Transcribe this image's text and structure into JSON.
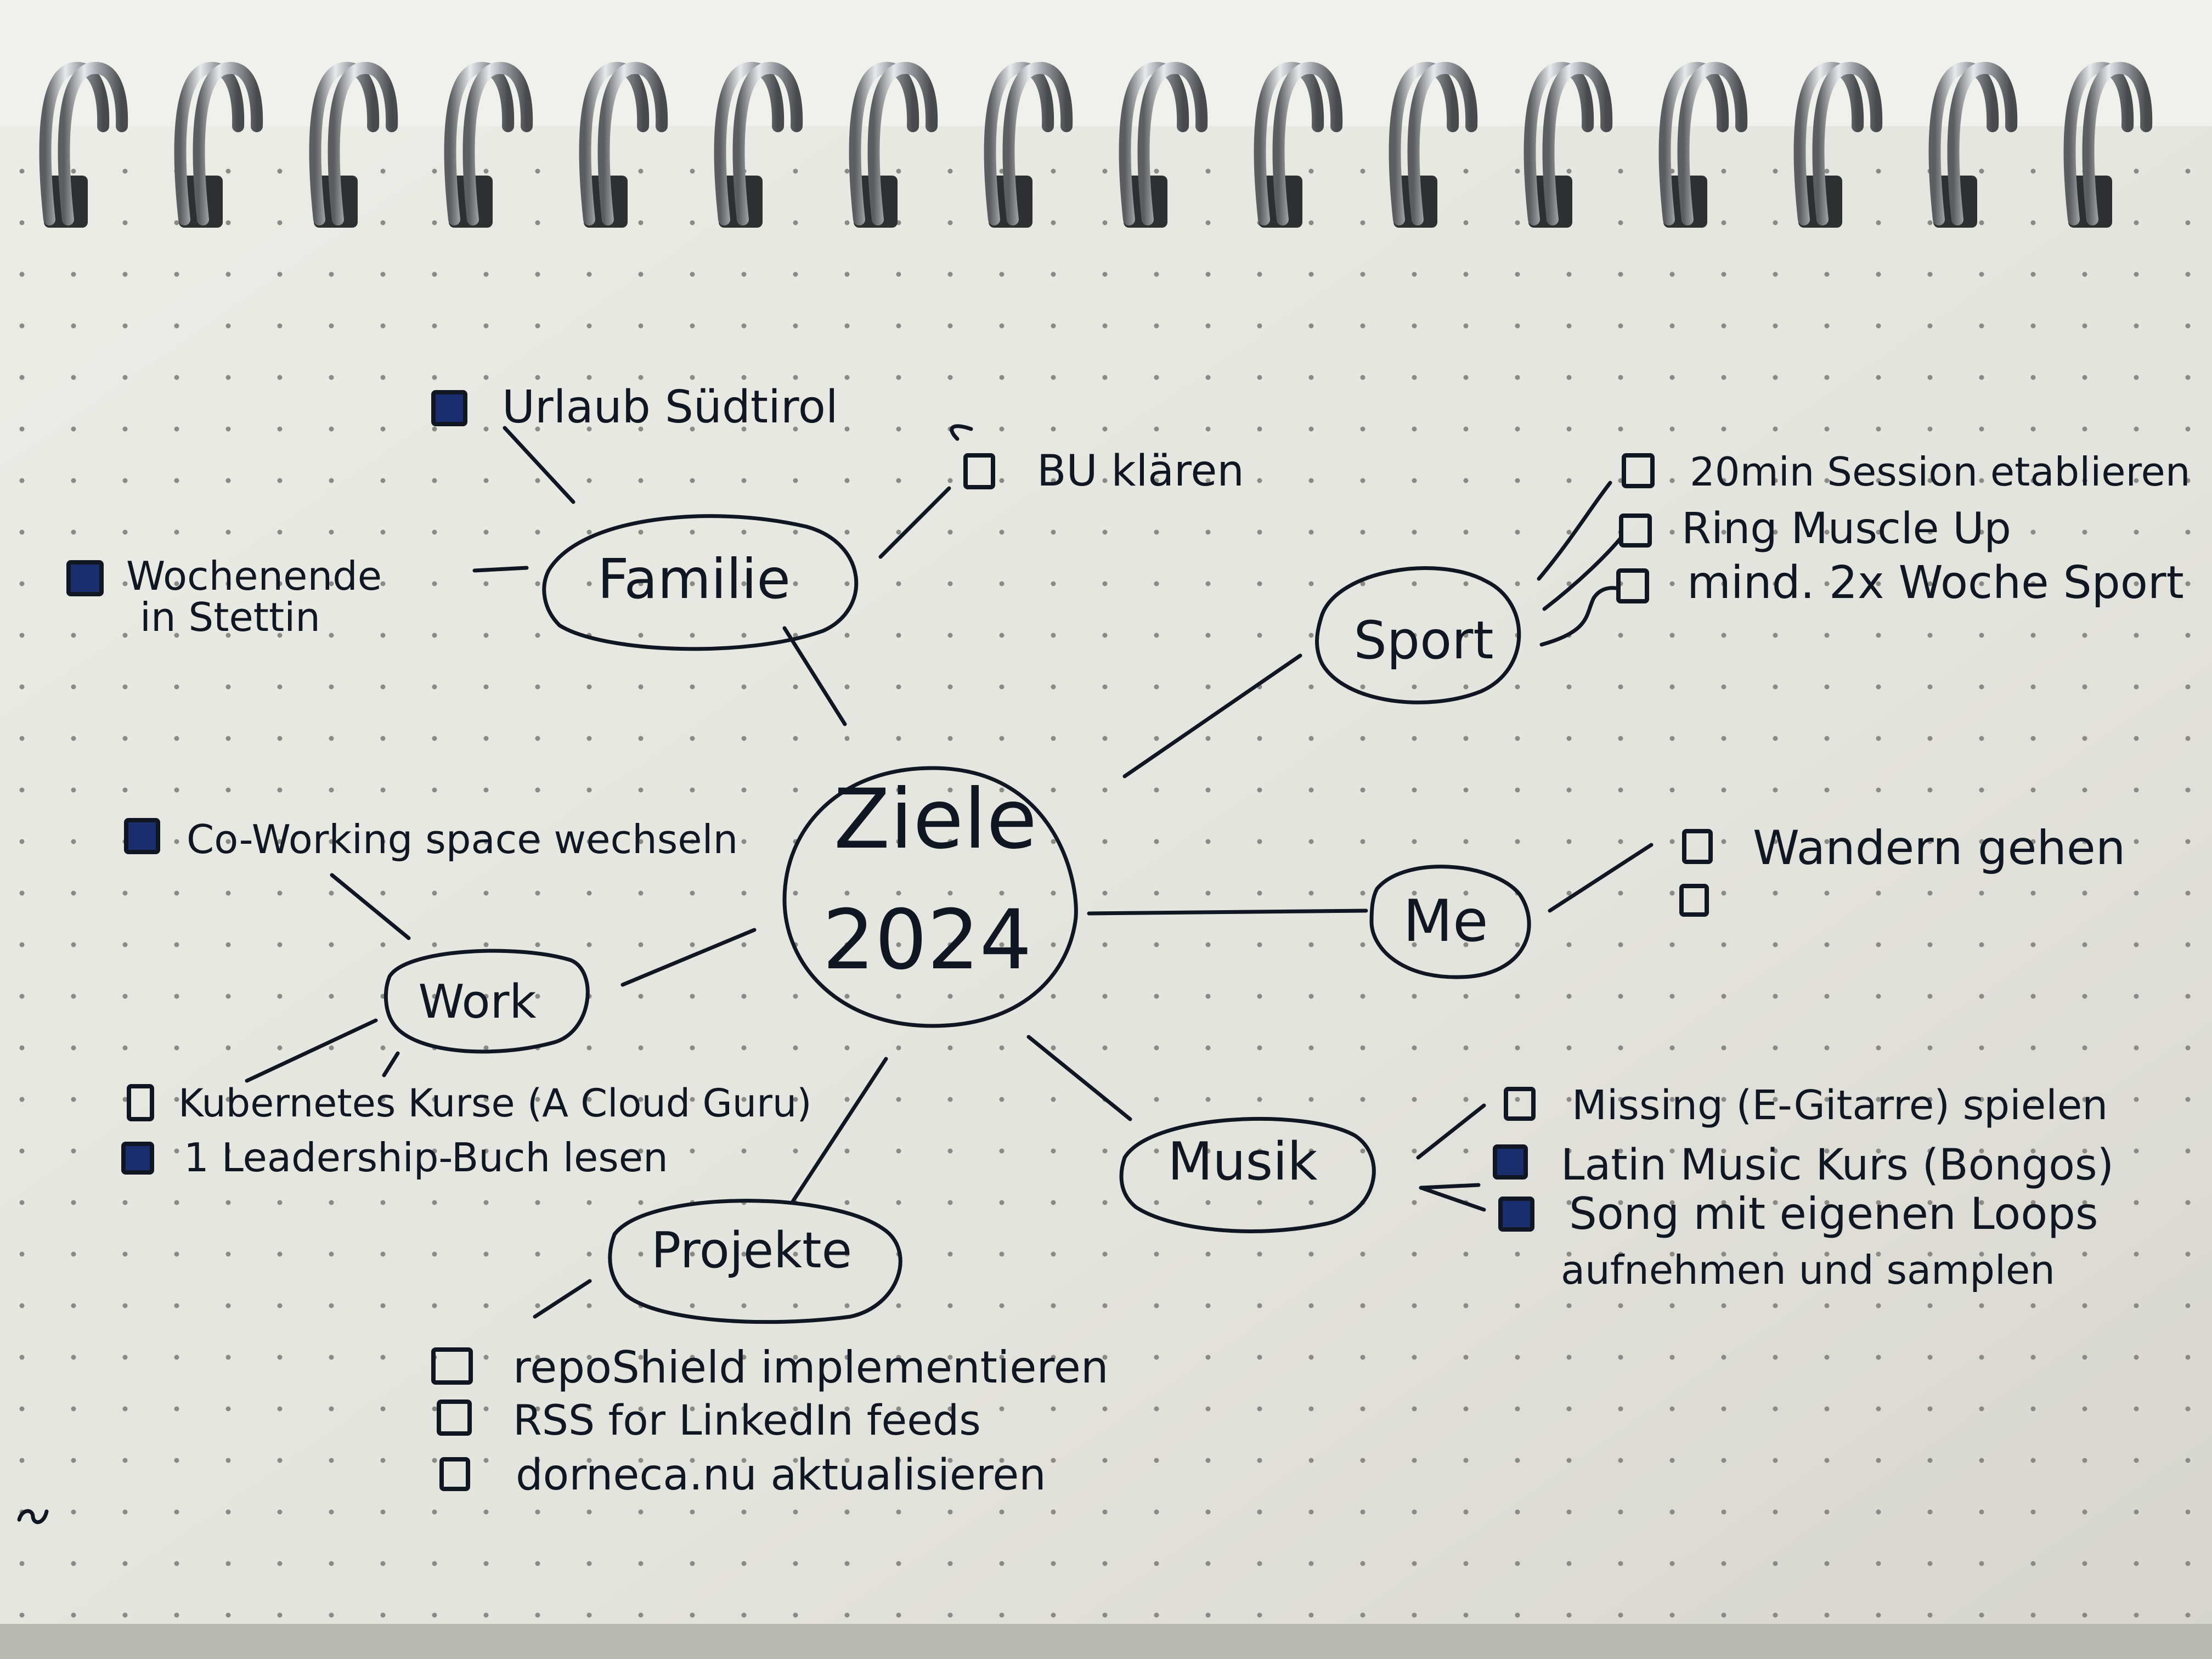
{
  "colors": {
    "ink": "#111722",
    "filled_box": "#1a2e6e",
    "paper": "#e6e6e1",
    "dot": "#8a8a86"
  },
  "center": {
    "line1": "Ziele",
    "line2": "2024"
  },
  "branches": [
    {
      "id": "familie",
      "label": "Familie",
      "items": [
        {
          "text": "Urlaub Südtirol",
          "done": true
        },
        {
          "text": "Wochenende",
          "text2": "in Stettin",
          "done": true
        },
        {
          "text": "BU klären",
          "done": false
        }
      ]
    },
    {
      "id": "sport",
      "label": "Sport",
      "items": [
        {
          "text": "20min Session etablieren",
          "done": false
        },
        {
          "text": "Ring Muscle Up",
          "done": false
        },
        {
          "text": "mind. 2x Woche Sport",
          "done": false
        }
      ]
    },
    {
      "id": "me",
      "label": "Me",
      "items": [
        {
          "text": "Wandern gehen",
          "done": false
        },
        {
          "text": "",
          "done": false
        }
      ]
    },
    {
      "id": "musik",
      "label": "Musik",
      "items": [
        {
          "text": "Missing (E-Gitarre) spielen",
          "done": false
        },
        {
          "text": "Latin Music Kurs (Bongos)",
          "done": true
        },
        {
          "text": "Song mit eigenen Loops",
          "text2": "aufnehmen und samplen",
          "done": true
        }
      ]
    },
    {
      "id": "projekte",
      "label": "Projekte",
      "items": [
        {
          "text": "repoShield implementieren",
          "done": false
        },
        {
          "text": "RSS for LinkedIn feeds",
          "done": false
        },
        {
          "text": "dorneca.nu aktualisieren",
          "done": false
        }
      ]
    },
    {
      "id": "work",
      "label": "Work",
      "items": [
        {
          "text": "Co-Working space wechseln",
          "done": true
        },
        {
          "text": "Kubernetes Kurse (A Cloud Guru)",
          "done": false
        },
        {
          "text": "1 Leadership-Buch lesen",
          "done": true
        }
      ]
    }
  ]
}
